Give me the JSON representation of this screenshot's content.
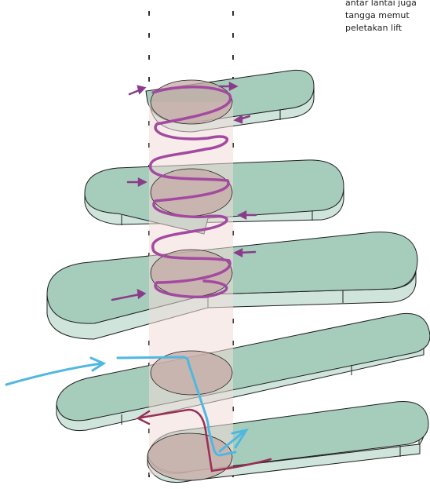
{
  "caption": {
    "lines": [
      "antar lantai juga",
      "tangga memut",
      "peletakan lift"
    ]
  },
  "colors": {
    "slab_top": "#a6cdbc",
    "slab_edge": "#cfe5dc",
    "stroke": "#1e1e1e",
    "core_fill": "#f3dcd9",
    "lift_disc": "#c5a9a6",
    "spiral": "#a34aa0",
    "spiral_arrow": "#8a3c8a",
    "path_blue": "#4fb8e0",
    "path_red": "#9a2f57",
    "guide_line": "#333333"
  }
}
